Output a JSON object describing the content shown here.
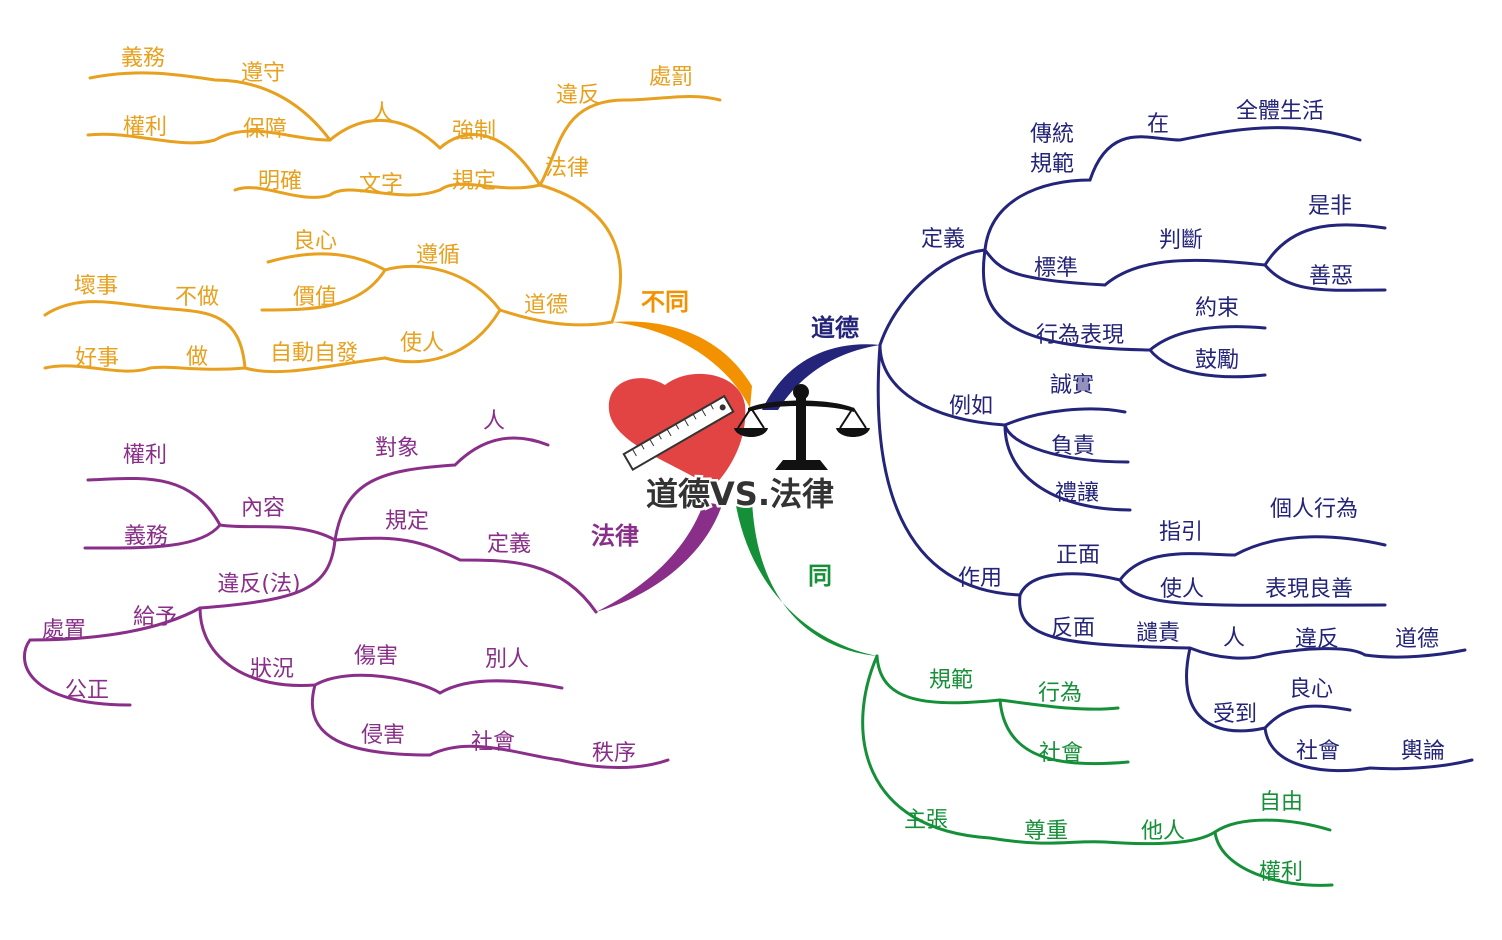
{
  "colors": {
    "orange": "#e8a01f",
    "orange_main": "#f39200",
    "navy": "#24247a",
    "purple": "#8a2f89",
    "green": "#169038",
    "heart": "#e24444",
    "scale": "#111111"
  },
  "center": {
    "title": "道德VS.法律",
    "icons": [
      "heart-icon",
      "ruler-icon",
      "balance-scale-icon"
    ]
  },
  "branches": {
    "different": {
      "label": "不同",
      "law": {
        "label": "法律",
        "violate": "違反",
        "punish": "處罰",
        "enforce": "強制",
        "person": "人",
        "obey": "遵守",
        "duty": "義務",
        "protect": "保障",
        "right": "權利",
        "rule": "規定",
        "text": "文字",
        "clear": "明確"
      },
      "morality": {
        "label": "道德",
        "follow": "遵循",
        "conscience": "良心",
        "value": "價值",
        "make": "使人",
        "self": "自動自發",
        "not_do": "不做",
        "bad": "壞事",
        "do": "做",
        "good": "好事"
      }
    },
    "morality": {
      "label": "道德",
      "definition": {
        "label": "定義",
        "tradition": "傳統",
        "norm": "規範",
        "in": "在",
        "whole_life": "全體生活",
        "standard": "標準",
        "judge": "判斷",
        "right_wrong": "是非",
        "good_evil": "善惡",
        "behavior": "行為表現",
        "restrain": "約束",
        "encourage": "鼓勵"
      },
      "example": {
        "label": "例如",
        "honest": "誠實",
        "responsible": "負責",
        "courtesy": "禮讓"
      },
      "effect": {
        "label": "作用",
        "positive": "正面",
        "guide": "指引",
        "personal": "個人行為",
        "make": "使人",
        "good_deed": "表現良善",
        "negative": "反面",
        "condemn": "譴責",
        "person": "人",
        "violate": "違反",
        "moral": "道德",
        "receive": "受到",
        "conscience": "良心",
        "society": "社會",
        "opinion": "輿論"
      }
    },
    "law": {
      "label": "法律",
      "target": "對象",
      "target_person": "人",
      "rule": "規定",
      "definition": "定義",
      "content": "內容",
      "right": "權利",
      "duty": "義務",
      "violate": "違反(法)",
      "give": "給予",
      "dispose": "處置",
      "fair": "公正",
      "situation": "狀況",
      "harm": "傷害",
      "others": "別人",
      "infringe": "侵害",
      "society": "社會",
      "order": "秩序"
    },
    "same": {
      "label": "同",
      "norm": "規範",
      "behavior": "行為",
      "society": "社會",
      "advocate": "主張",
      "respect": "尊重",
      "others": "他人",
      "freedom": "自由",
      "right": "權利"
    }
  }
}
